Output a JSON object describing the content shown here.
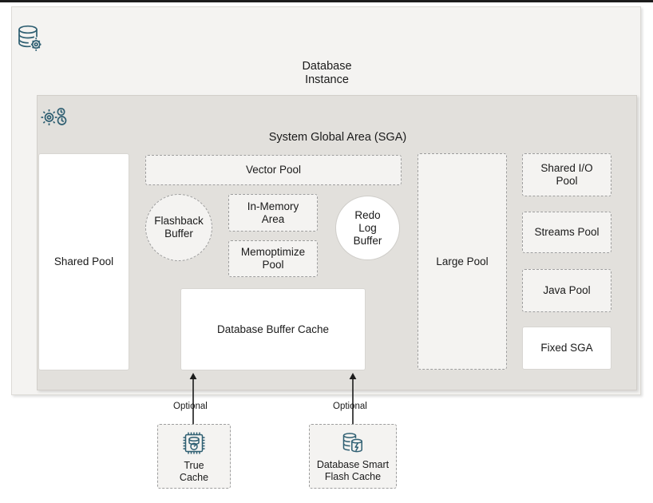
{
  "diagram": {
    "instance": {
      "icon": "database-gear-icon",
      "label_line1": "Database",
      "label_line2": "Instance"
    },
    "sga": {
      "icon": "gear-clock-icon",
      "title": "System Global Area (SGA)",
      "components": [
        {
          "id": "shared-pool",
          "label": "Shared Pool",
          "style": "solid-white"
        },
        {
          "id": "vector-pool",
          "label": "Vector Pool",
          "style": "dashed"
        },
        {
          "id": "flashback",
          "label": "Flashback\nBuffer",
          "line1": "Flashback",
          "line2": "Buffer",
          "style": "circle-dashed"
        },
        {
          "id": "inmemory",
          "label": "In-Memory Area",
          "line1": "In-Memory",
          "line2": "Area",
          "style": "dashed"
        },
        {
          "id": "memoptimize",
          "label": "Memoptimize Pool",
          "line1": "Memoptimize",
          "line2": "Pool",
          "style": "dashed"
        },
        {
          "id": "redolog",
          "label": "Redo Log Buffer",
          "line1": "Redo",
          "line2": "Log",
          "line3": "Buffer",
          "style": "circle-solid"
        },
        {
          "id": "dbbuffer",
          "label": "Database Buffer Cache",
          "style": "solid-white"
        },
        {
          "id": "large-pool",
          "label": "Large Pool",
          "style": "dashed"
        },
        {
          "id": "shared-io",
          "label": "Shared I/O Pool",
          "line1": "Shared I/O",
          "line2": "Pool",
          "style": "dashed"
        },
        {
          "id": "streams-pool",
          "label": "Streams Pool",
          "style": "dashed"
        },
        {
          "id": "java-pool",
          "label": "Java Pool",
          "style": "dashed"
        },
        {
          "id": "fixed-sga",
          "label": "Fixed SGA",
          "style": "solid-white"
        }
      ]
    },
    "connectors": [
      {
        "id": "true-cache-link",
        "label": "Optional"
      },
      {
        "id": "flash-cache-link",
        "label": "Optional"
      }
    ],
    "external_caches": [
      {
        "id": "true-cache",
        "icon": "cpu-database-gauge-icon",
        "line1": "True",
        "line2": "Cache"
      },
      {
        "id": "flash-cache",
        "icon": "database-flash-icon",
        "line1": "Database Smart",
        "line2": "Flash Cache"
      }
    ],
    "colors": {
      "icon_stroke": "#2f5f72",
      "outer_panel_bg": "#f4f3f1",
      "sga_panel_bg": "#e2e0dc",
      "dashed_border": "#9e9e9e",
      "text": "#1a1a1a",
      "arrow": "#1c1c1c"
    }
  }
}
